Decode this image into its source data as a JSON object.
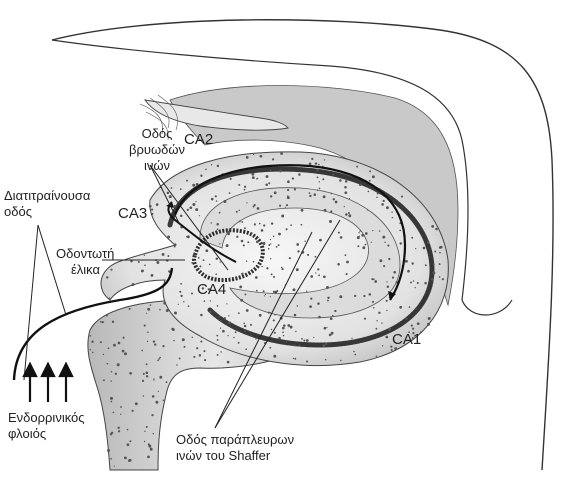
{
  "labels": {
    "mossy_fiber": [
      "Οδός",
      "βρυωδών",
      "ινών"
    ],
    "ca2": "CA2",
    "ca3": "CA3",
    "ca4": "CA4",
    "ca1": "CA1",
    "perforant": [
      "Διατιτραίνουσα",
      "οδός"
    ],
    "dentate": [
      "Οδοντωτή",
      "έλικα"
    ],
    "entorhinal": [
      "Ενδορρινικός",
      "φλοιός"
    ],
    "schaffer": [
      "Οδός παράπλευρων",
      "ινών του Shaffer"
    ]
  },
  "colors": {
    "outline": "#333333",
    "ventricle": "#c9c9c9",
    "pyramidal": "#1a1a1a",
    "stipple": "#555555",
    "tissue_light": "#f4f4f4",
    "tissue_mid": "#d6d6d6"
  }
}
